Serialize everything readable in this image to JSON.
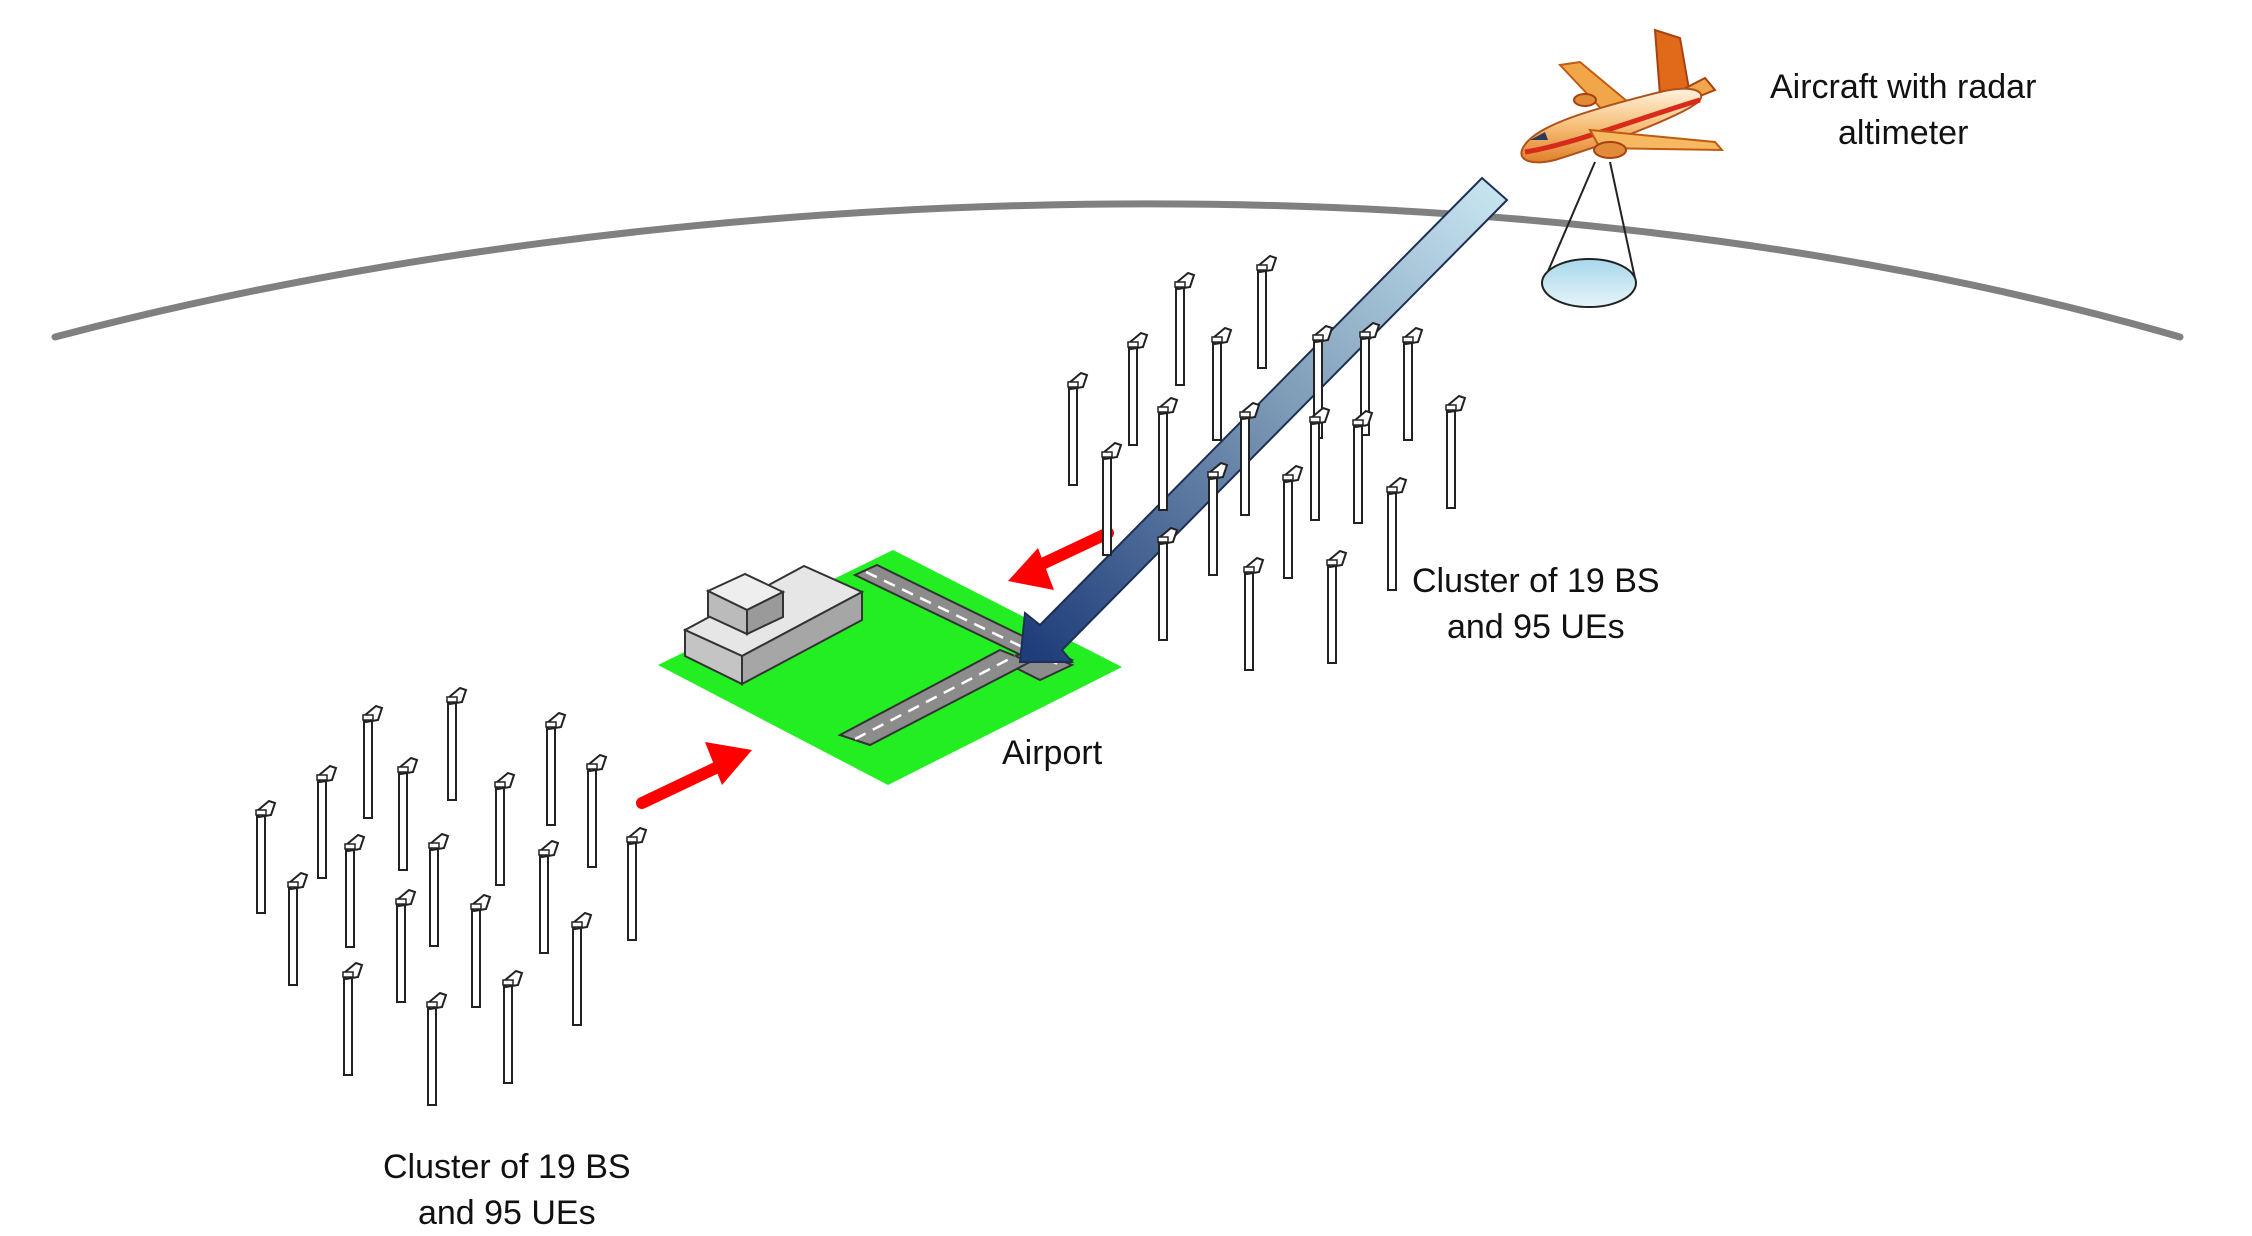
{
  "labels": {
    "aircraft": {
      "line1": "Aircraft with radar",
      "line2": "altimeter"
    },
    "airport": "Airport",
    "cluster_right": {
      "line1": "Cluster of 19 BS",
      "line2": "and 95 UEs"
    },
    "cluster_left": {
      "line1": "Cluster of 19 BS",
      "line2": "and 95 UEs"
    }
  },
  "colors": {
    "horizon": "#808080",
    "airport_ground": "#22ee22",
    "runway": "#8c8c8c",
    "interference_arrow": "#ff0000",
    "beam_start": "#c6e4f0",
    "beam_end": "#1f3d7a",
    "altimeter_footprint": "#bfe3f0",
    "aircraft_body": "#f0a040"
  },
  "icons": [
    "aircraft-icon",
    "base-station-icon",
    "control-tower-icon",
    "radar-footprint-icon"
  ]
}
